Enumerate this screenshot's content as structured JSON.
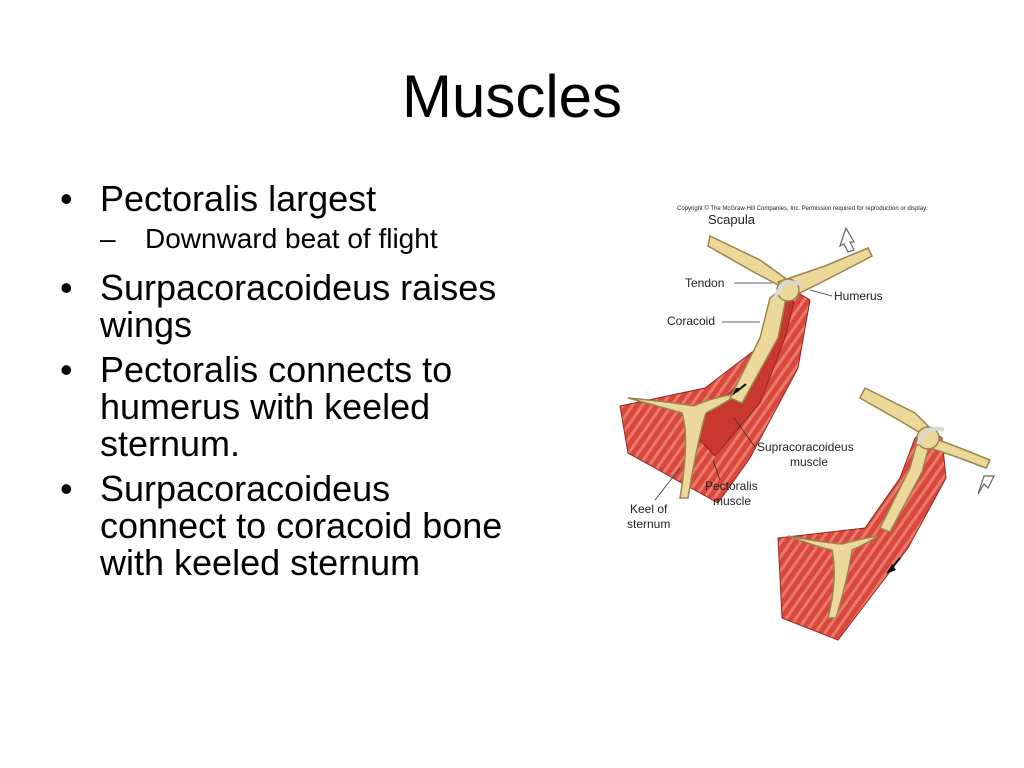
{
  "slide": {
    "title": "Muscles",
    "bullets": [
      {
        "text": "Pectoralis largest",
        "sub": [
          "Downward beat of flight"
        ]
      },
      {
        "text": "Surpacoracoideus raises wings"
      },
      {
        "text": "Pectoralis connects to humerus with keeled sternum."
      },
      {
        "text": "Surpacoracoideus connect to coracoid bone with keeled sternum"
      }
    ]
  },
  "figure": {
    "copyright": "Copyright © The McGraw-Hill Companies, Inc. Permission required for reproduction or display.",
    "labels": {
      "scapula": "Scapula",
      "tendon": "Tendon",
      "humerus": "Humerus",
      "coracoid": "Coracoid",
      "supracoracoideus_line1": "Supracoracoideus",
      "supracoracoideus_line2": "muscle",
      "pectoralis_line1": "Pectoralis",
      "pectoralis_line2": "muscle",
      "keel_line1": "Keel of",
      "keel_line2": "sternum"
    },
    "colors": {
      "bone": "#ecd99a",
      "bone_outline": "#9a8450",
      "muscle": "#d9473f",
      "muscle_stripe": "#f08a78",
      "tendon": "#e8e8e8"
    }
  }
}
